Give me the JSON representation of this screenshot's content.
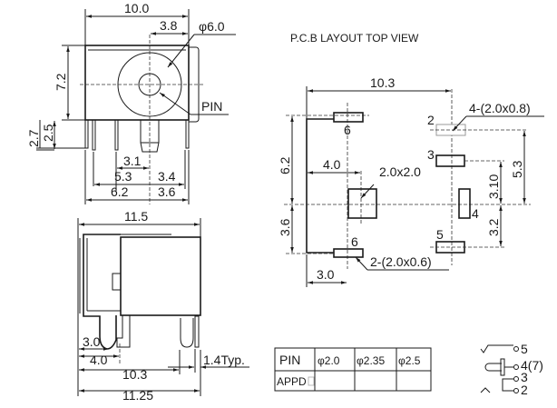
{
  "front_view": {
    "width_dim": "10.0",
    "offset_dim": "3.8",
    "diameter_dim": "φ6.0",
    "pin_label": "PIN",
    "height_dim": "7.2",
    "pin_len_dim_a": "2.7",
    "pin_len_dim_b": "2.5",
    "dim_3_1": "3.1",
    "dim_5_3": "5.3",
    "dim_3_4": "3.4",
    "dim_6_2": "6.2",
    "dim_3_6": "3.6"
  },
  "pcb_layout": {
    "title": "P.C.B LAYOUT   TOP VIEW",
    "width_dim": "10.3",
    "pad_note_top": "4-(2.0x0.8)",
    "pad_note_bottom": "2-(2.0x0.6)",
    "center_pad": "2.0x2.0",
    "dim_6_2": "6.2",
    "dim_3_6": "3.6",
    "dim_4_0": "4.0",
    "dim_5_3": "5.3",
    "dim_3_10": "3.10",
    "dim_3_2": "3.2",
    "dim_3_0": "3.0",
    "pins": [
      "6",
      "2",
      "3",
      "4",
      "5",
      "6"
    ]
  },
  "side_view": {
    "width_dim": "11.5",
    "dim_3_0": "3.0",
    "dim_4_0": "4.0",
    "dim_10_3": "10.3",
    "dim_11_25": "11.25",
    "dim_typ": "1.4Typ."
  },
  "pin_table": {
    "headers": [
      "PIN",
      "φ2.0",
      "φ2.35",
      "φ2.5"
    ],
    "row_label": "APPD"
  },
  "schematic": {
    "pins": [
      "5",
      "4(7)",
      "3",
      "2"
    ]
  }
}
